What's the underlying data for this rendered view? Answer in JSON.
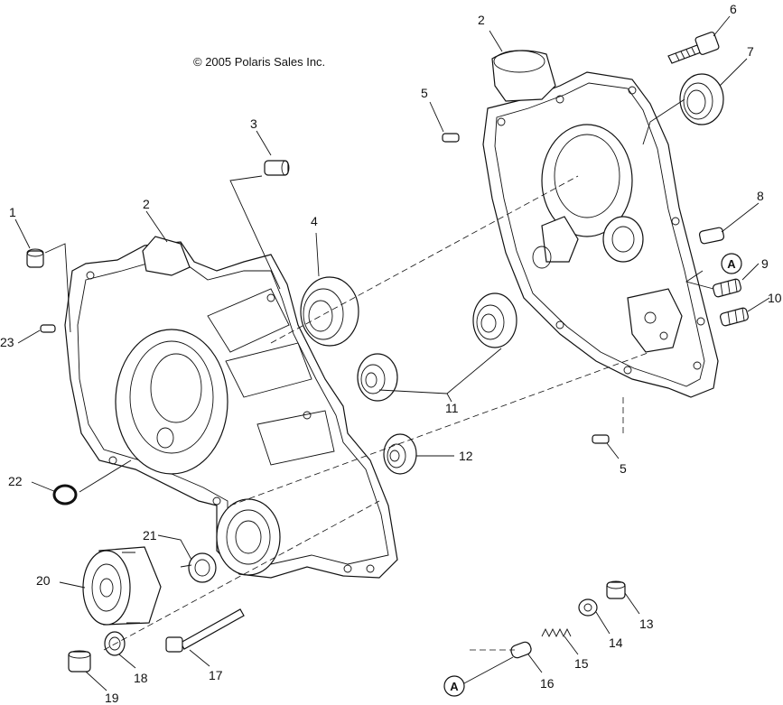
{
  "copyright": "© 2005 Polaris Sales Inc.",
  "reference_marks": {
    "a1": "A",
    "a2": "A"
  },
  "callouts": {
    "c1": "1",
    "c2a": "2",
    "c2b": "2",
    "c3": "3",
    "c4": "4",
    "c5a": "5",
    "c5b": "5",
    "c6": "6",
    "c7": "7",
    "c8": "8",
    "c9": "9",
    "c10": "10",
    "c11": "11",
    "c12": "12",
    "c13": "13",
    "c14": "14",
    "c15": "15",
    "c16": "16",
    "c17": "17",
    "c18": "18",
    "c19": "19",
    "c20": "20",
    "c21": "21",
    "c22": "22",
    "c23": "23"
  }
}
